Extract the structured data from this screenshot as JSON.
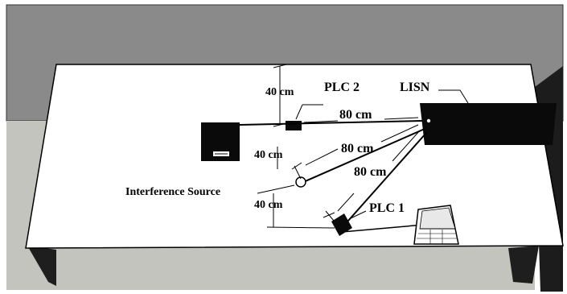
{
  "labels": {
    "plc2": "PLC 2",
    "lisn": "LISN",
    "plc1": "PLC 1",
    "interference_source": "Interference Source",
    "dist_plc2_lisn": "80 cm",
    "dist_source_lisn": "80 cm",
    "dist_plc1_lisn": "80 cm",
    "height_plc2": "40 cm",
    "height_source": "40 cm",
    "height_plc1": "40 cm"
  },
  "colors": {
    "wall": "#8a8a8a",
    "floor": "#c4c4bf",
    "table_top": "#ffffff",
    "equipment": "#000000"
  }
}
